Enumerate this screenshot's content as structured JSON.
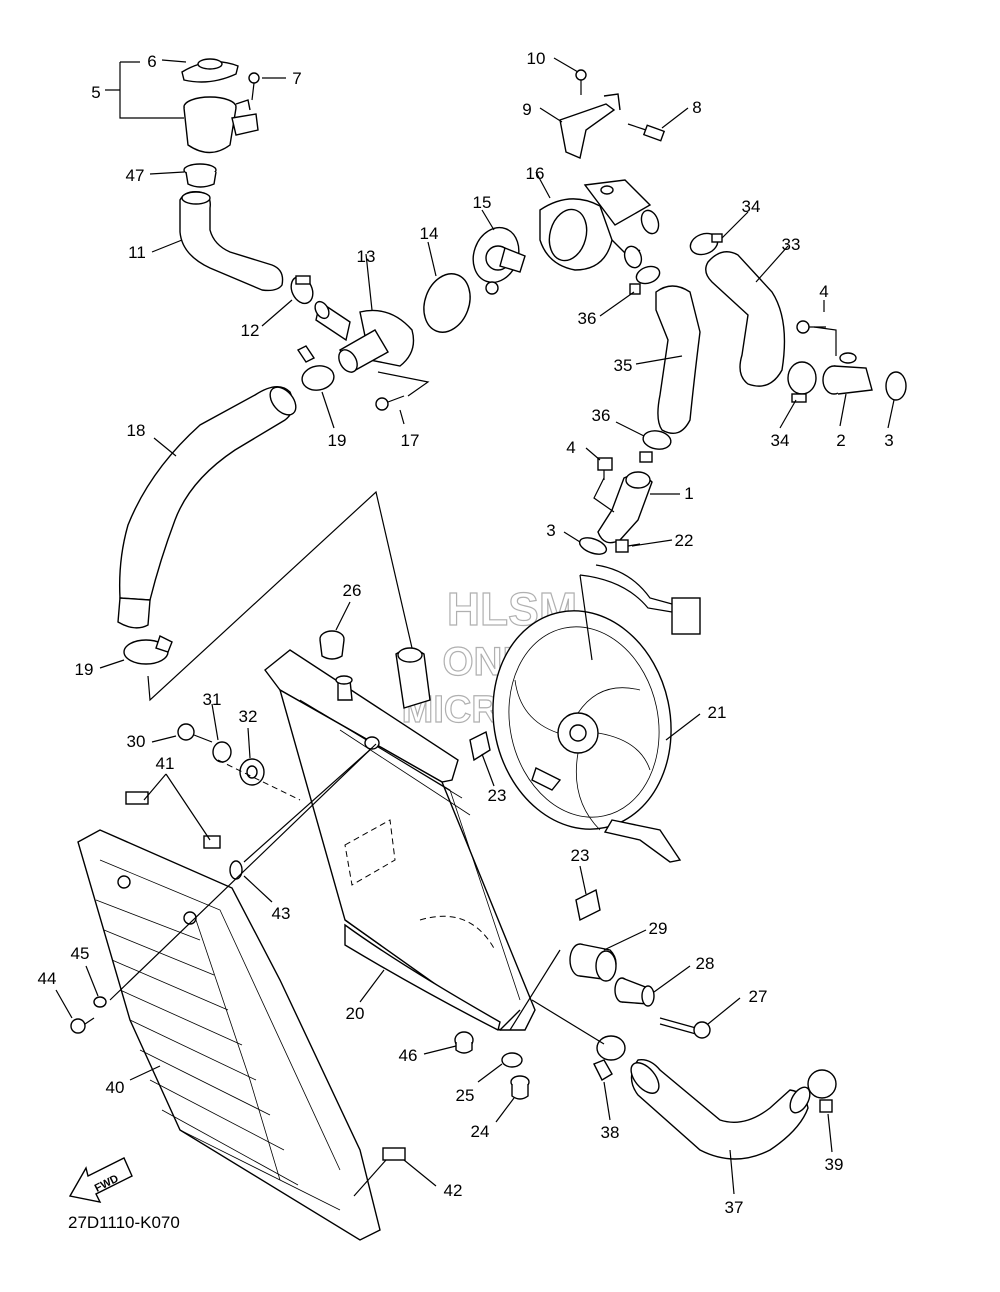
{
  "diagram_code": "27D1110-K070",
  "watermark": [
    "HLSM",
    "ONLINE",
    "MICROFICHE"
  ],
  "fwd_label": "FWD",
  "callouts": [
    {
      "id": "6",
      "label": "6"
    },
    {
      "id": "5",
      "label": "5"
    },
    {
      "id": "7",
      "label": "7"
    },
    {
      "id": "10",
      "label": "10"
    },
    {
      "id": "9",
      "label": "9"
    },
    {
      "id": "8",
      "label": "8"
    },
    {
      "id": "47",
      "label": "47"
    },
    {
      "id": "16",
      "label": "16"
    },
    {
      "id": "15",
      "label": "15"
    },
    {
      "id": "14",
      "label": "14"
    },
    {
      "id": "13",
      "label": "13"
    },
    {
      "id": "11",
      "label": "11"
    },
    {
      "id": "34a",
      "label": "34"
    },
    {
      "id": "33",
      "label": "33"
    },
    {
      "id": "4a",
      "label": "4"
    },
    {
      "id": "12",
      "label": "12"
    },
    {
      "id": "36a",
      "label": "36"
    },
    {
      "id": "35",
      "label": "35"
    },
    {
      "id": "34b",
      "label": "34"
    },
    {
      "id": "2",
      "label": "2"
    },
    {
      "id": "3a",
      "label": "3"
    },
    {
      "id": "18",
      "label": "18"
    },
    {
      "id": "19a",
      "label": "19"
    },
    {
      "id": "17",
      "label": "17"
    },
    {
      "id": "36b",
      "label": "36"
    },
    {
      "id": "4b",
      "label": "4"
    },
    {
      "id": "1",
      "label": "1"
    },
    {
      "id": "3b",
      "label": "3"
    },
    {
      "id": "22",
      "label": "22"
    },
    {
      "id": "26",
      "label": "26"
    },
    {
      "id": "19b",
      "label": "19"
    },
    {
      "id": "31",
      "label": "31"
    },
    {
      "id": "32",
      "label": "32"
    },
    {
      "id": "30",
      "label": "30"
    },
    {
      "id": "21",
      "label": "21"
    },
    {
      "id": "41",
      "label": "41"
    },
    {
      "id": "23a",
      "label": "23"
    },
    {
      "id": "43",
      "label": "43"
    },
    {
      "id": "23b",
      "label": "23"
    },
    {
      "id": "29",
      "label": "29"
    },
    {
      "id": "45",
      "label": "45"
    },
    {
      "id": "44",
      "label": "44"
    },
    {
      "id": "28",
      "label": "28"
    },
    {
      "id": "27",
      "label": "27"
    },
    {
      "id": "20",
      "label": "20"
    },
    {
      "id": "46",
      "label": "46"
    },
    {
      "id": "40",
      "label": "40"
    },
    {
      "id": "25",
      "label": "25"
    },
    {
      "id": "24",
      "label": "24"
    },
    {
      "id": "38",
      "label": "38"
    },
    {
      "id": "39",
      "label": "39"
    },
    {
      "id": "42",
      "label": "42"
    },
    {
      "id": "37",
      "label": "37"
    }
  ]
}
